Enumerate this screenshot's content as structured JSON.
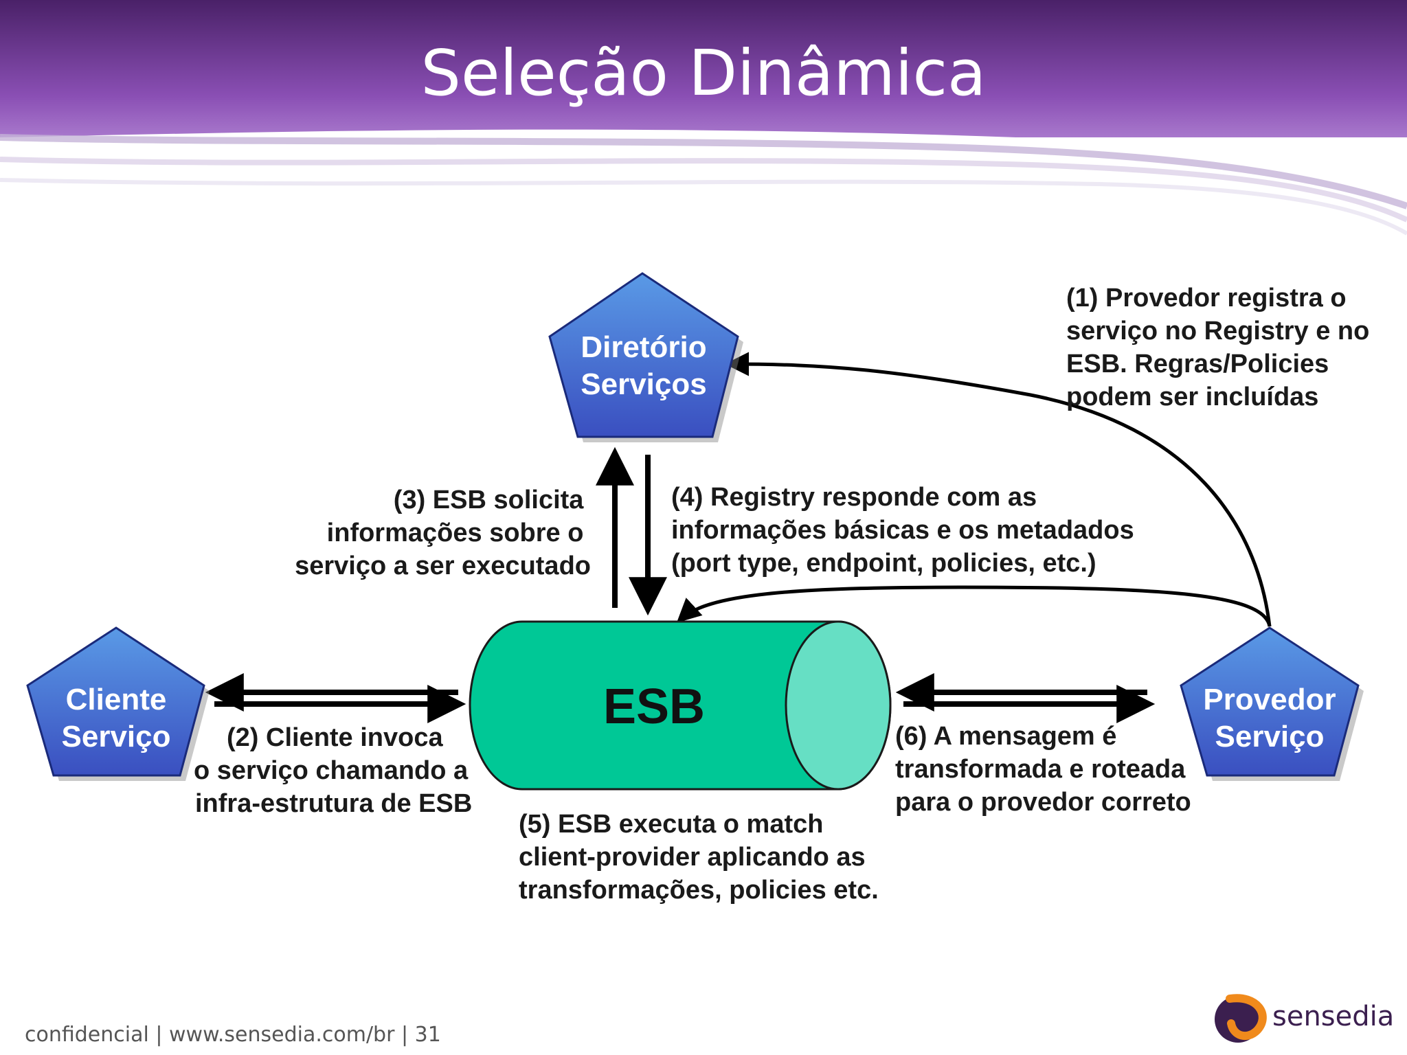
{
  "slide": {
    "title": "Seleção Dinâmica",
    "footer": "confidencial | www.sensedia.com/br | 31",
    "brand": "sensedia"
  },
  "colors": {
    "header_top": "#4a2168",
    "header_bottom": "#8a4fb4",
    "pentagon_light": "#5a9ae6",
    "pentagon_dark": "#3a4fc0",
    "esb_body": "#00c896",
    "esb_cap": "#66dfc4"
  },
  "nodes": {
    "diretorio": {
      "line1": "Diretório",
      "line2": "Serviços"
    },
    "cliente": {
      "line1": "Cliente",
      "line2": "Serviço"
    },
    "provedor": {
      "line1": "Provedor",
      "line2": "Serviço"
    },
    "esb": "ESB"
  },
  "steps": {
    "s1": [
      "(1) Provedor registra o",
      "serviço no Registry e no",
      "ESB. Regras/Policies",
      "podem ser incluídas"
    ],
    "s2": [
      "(2) Cliente invoca",
      "o serviço chamando a",
      "infra-estrutura de ESB"
    ],
    "s3": [
      "(3) ESB solicita",
      "informações sobre o",
      "serviço a ser executado"
    ],
    "s4": [
      "(4) Registry responde com as",
      "informações básicas e os metadados",
      "(port type, endpoint, policies, etc.)"
    ],
    "s5": [
      "(5) ESB executa o match",
      "client-provider aplicando as",
      "transformações, policies etc."
    ],
    "s6": [
      "(6) A mensagem é",
      "transformada e roteada",
      "para o provedor correto"
    ]
  }
}
